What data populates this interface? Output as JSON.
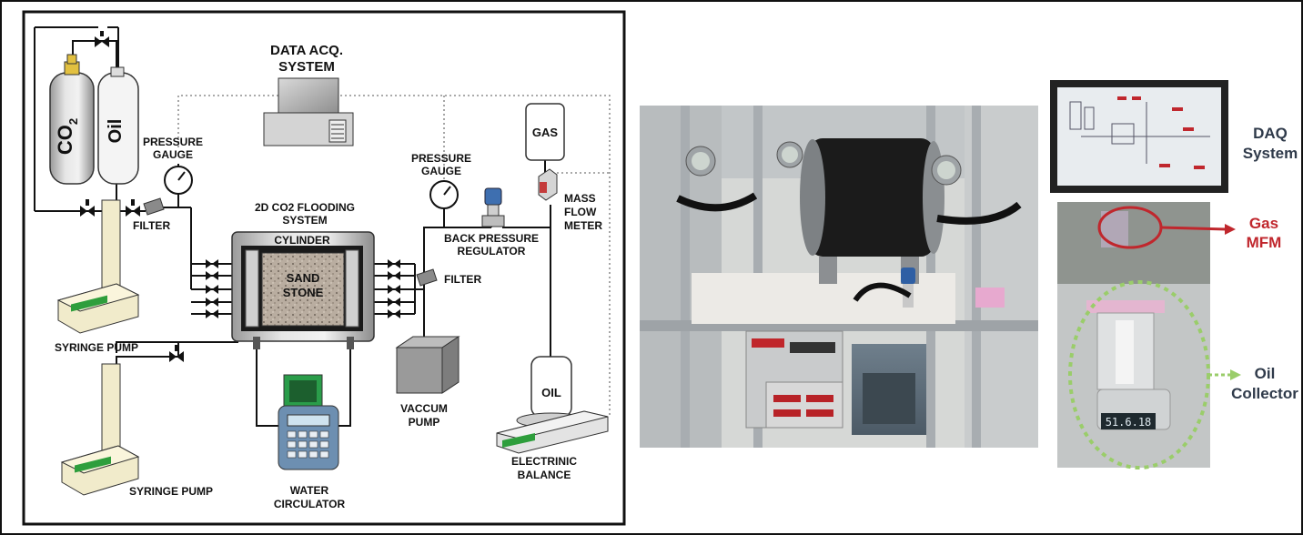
{
  "diagram": {
    "data_acq_line1": "DATA ACQ.",
    "data_acq_line2": "SYSTEM",
    "pressure_gauge_left_1": "PRESSURE",
    "pressure_gauge_left_2": "GAUGE",
    "pressure_gauge_right_1": "PRESSURE",
    "pressure_gauge_right_2": "GAUGE",
    "co2_label": "CO",
    "co2_sub": "2",
    "oil_label": "Oil",
    "filter_left": "FILTER",
    "filter_right": "FILTER",
    "flooding_line1": "2D CO2 FLOODING",
    "flooding_line2": "SYSTEM",
    "cylinder": "CYLINDER",
    "sand": "SAND",
    "stone": "STONE",
    "syringe_pump_top": "SYRINGE PUMP",
    "syringe_pump_bottom": "SYRINGE PUMP",
    "water_circulator_1": "WATER",
    "water_circulator_2": "CIRCULATOR",
    "vaccum_pump_1": "VACCUM",
    "vaccum_pump_2": "PUMP",
    "back_pressure_1": "BACK PRESSURE",
    "back_pressure_2": "REGULATOR",
    "gas": "GAS",
    "mfm_1": "MASS",
    "mfm_2": "FLOW",
    "mfm_3": "METER",
    "oil_vessel": "OIL",
    "balance_1": "ELECTRINIC",
    "balance_2": "BALANCE"
  },
  "photo_labels": {
    "daq_1": "DAQ",
    "daq_2": "System",
    "gas_1": "Gas",
    "gas_2": "MFM",
    "oil_1": "Oil",
    "oil_2": "Collector",
    "balance_readout": "51.6.18"
  },
  "colors": {
    "gas_label": "#c0272d",
    "oil_label": "#2f3a4a",
    "dashed_circle": "#9acd6a"
  }
}
